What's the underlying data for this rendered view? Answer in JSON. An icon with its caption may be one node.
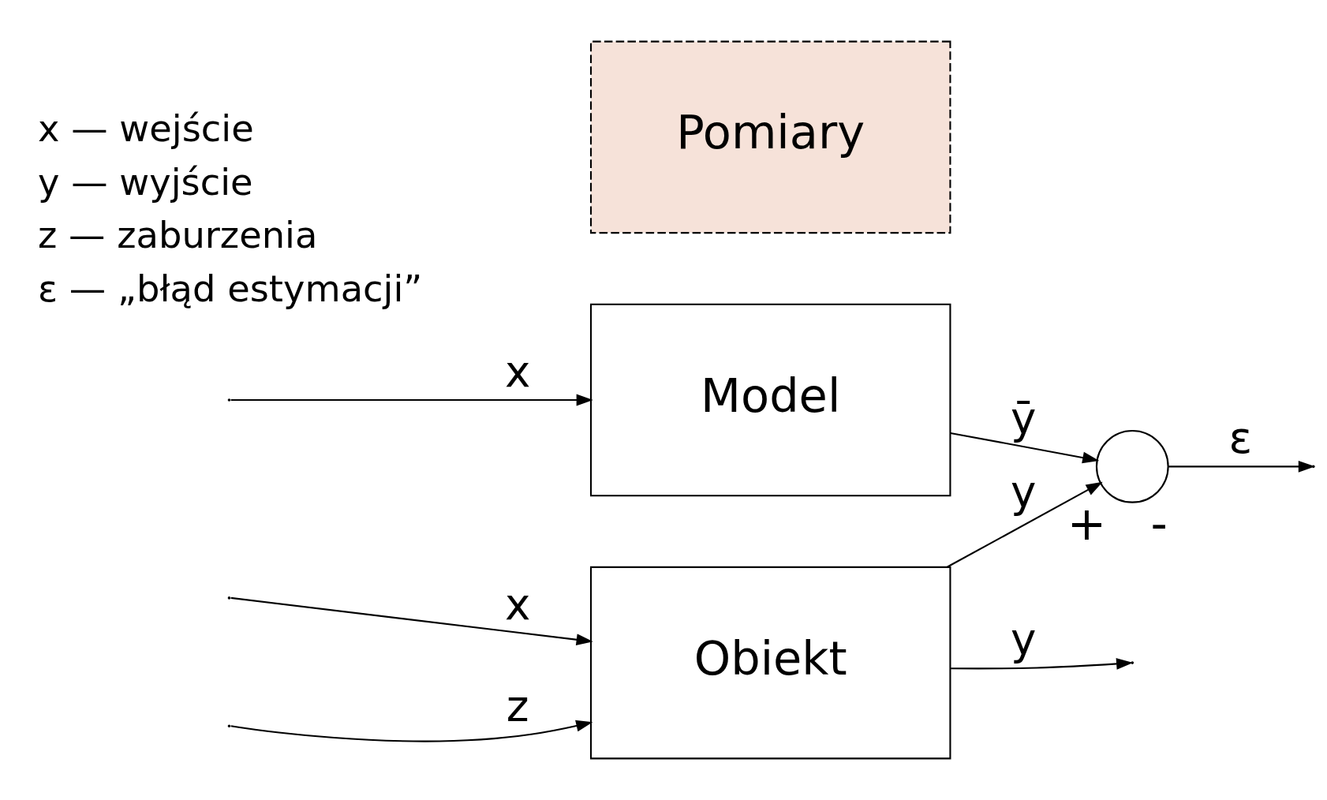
{
  "diagram": {
    "nodes": [
      {
        "text": [
          "Obiekt"
        ]
      },
      {
        "text": [
          "Pomiary"
        ]
      },
      {
        "text": [
          "Model"
        ]
      },
      {
        "text": [],
        "shape": "circle",
        "beside": [
          "+",
          "-"
        ]
      }
    ],
    "edges": [
      {
        "from": null,
        "to": 0,
        "label": "x",
        "arrow": "to"
      },
      {
        "from": null,
        "to": 0,
        "label": "z",
        "arrow": "to"
      },
      {
        "from": 0,
        "to": null,
        "label": "y",
        "arrow": "to"
      },
      {
        "from": null,
        "to": 2,
        "label": "x",
        "arrow": "to"
      },
      {
        "from": 0,
        "to": 3,
        "label": "y",
        "arrow": "to"
      },
      {
        "from": 2,
        "to": 3,
        "label": "ȳ",
        "arrow": "to"
      },
      {
        "from": 3,
        "to": null,
        "label": "ε",
        "arrow": "to"
      }
    ],
    "labels": [
      "x — wejście",
      "y — wyjście",
      "z — zaburzenia",
      "ε — „błąd estymacji”"
    ]
  }
}
